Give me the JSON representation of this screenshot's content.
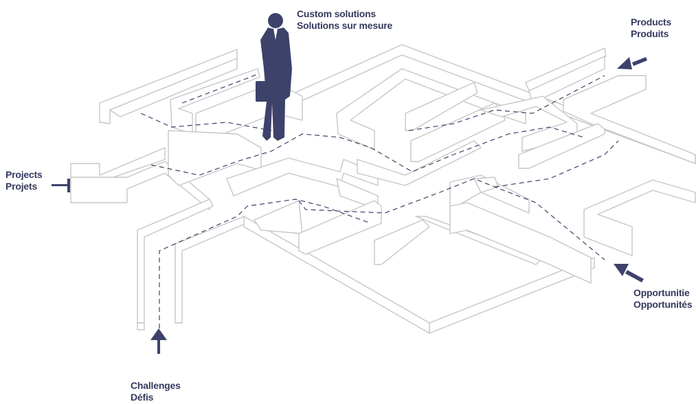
{
  "labels": {
    "custom": {
      "line1": "Custom solutions",
      "line2": "Solutions sur mesure"
    },
    "products": {
      "line1": "Products",
      "line2": "Produits"
    },
    "projects": {
      "line1": "Projects",
      "line2": "Projets"
    },
    "opportunities": {
      "line1": "Opportunitie",
      "line2": "Opportunités"
    },
    "challenges": {
      "line1": "Challenges",
      "line2": "Défis"
    }
  },
  "colors": {
    "accent": "#3d426b",
    "wall_stroke": "#c6c6c6",
    "background": "#ffffff"
  },
  "icons": {
    "figure": "businessman-with-briefcase-icon",
    "arrows": "arrow-icon"
  }
}
